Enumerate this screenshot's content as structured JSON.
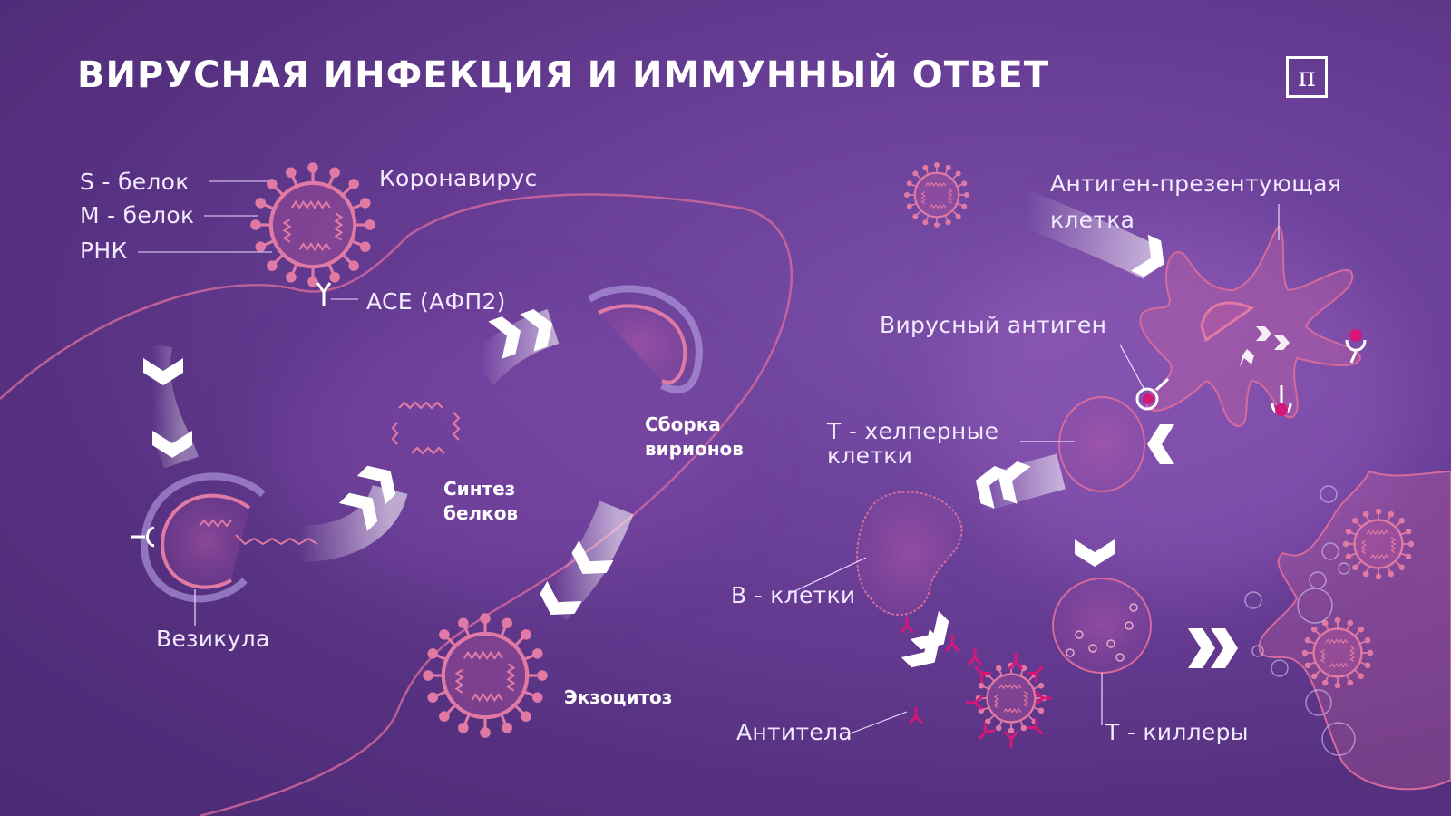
{
  "header": {
    "title": "ВИРУСНАЯ ИНФЕКЦИЯ И ИММУННЫЙ ОТВЕТ",
    "logo_glyph": "π",
    "logo_icon": "pi-logo-icon"
  },
  "infection": {
    "virus_title": "Коронавирус",
    "s_protein": "S - белок",
    "m_protein": "M - белок",
    "rna": "РНК",
    "receptor": "ACE (АФП2)",
    "vesicle": "Везикула",
    "synthesis": [
      "Синтез",
      "белков"
    ],
    "assembly": [
      "Сборка",
      "вирионов"
    ],
    "exocytosis": "Экзоцитоз"
  },
  "immune": {
    "apc": [
      "Антиген-презентующая",
      "клетка"
    ],
    "viral_antigen": "Вирусный антиген",
    "t_helper": [
      "T - хелперные",
      "клетки"
    ],
    "b_cells": "B - клетки",
    "antibodies": "Антитела",
    "t_killers": "T - киллеры"
  },
  "colors": {
    "background": "#5c3589",
    "virus": "#d9739e",
    "cell_outline": "#c86ea0",
    "antibody": "#d4187a",
    "arrow": "#ffffff",
    "text": "#f4ecff"
  }
}
